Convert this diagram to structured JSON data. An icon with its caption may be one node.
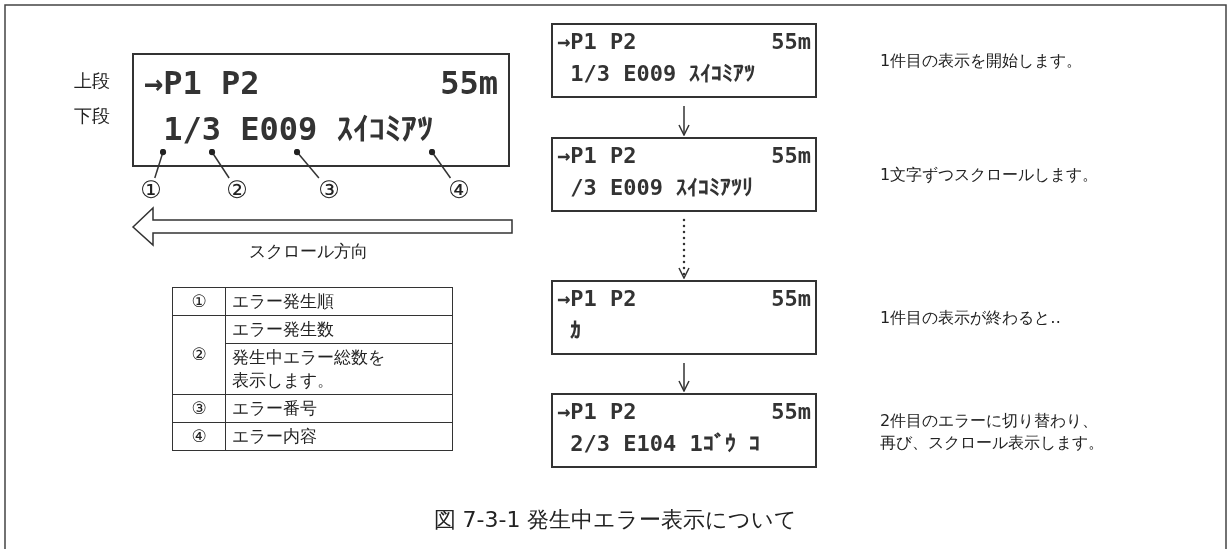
{
  "diagram": {
    "caption": "図 7-3-1 発生中エラー表示について",
    "nodes": [
      {
        "text": [
          "→P1 P2",
          "55m",
          "1/3 E009 ｽｲｺﾐｱﾂ"
        ],
        "beside": [
          "上段",
          "下段"
        ]
      },
      {
        "text": [
          "①"
        ]
      },
      {
        "text": [
          "②"
        ]
      },
      {
        "text": [
          "③"
        ]
      },
      {
        "text": [
          "④"
        ]
      },
      {
        "text": [
          "→P1 P2",
          "55m",
          "1/3 E009 ｽｲｺﾐｱﾂ"
        ],
        "beside": [
          "1件目の表示を開始します。"
        ]
      },
      {
        "text": [
          "→P1 P2",
          "55m",
          "/3 E009 ｽｲｺﾐｱﾂﾘ"
        ],
        "beside": [
          "1文字ずつスクロールします。"
        ]
      },
      {
        "text": [
          "→P1 P2",
          "55m",
          "ｶ"
        ],
        "beside": [
          "1件目の表示が終わると‥"
        ]
      },
      {
        "text": [
          "→P1 P2",
          "55m",
          "2/3 E104 1ｺﾞｳ ｺ"
        ],
        "beside": [
          "2件目のエラーに切り替わり、再び、スクロール表示します。"
        ]
      }
    ],
    "edges": [
      {
        "from": 1,
        "to": 0,
        "arrow": "other"
      },
      {
        "from": 2,
        "to": 0,
        "arrow": "other"
      },
      {
        "from": 3,
        "to": 0,
        "arrow": "other"
      },
      {
        "from": 4,
        "to": 0,
        "arrow": "other"
      },
      {
        "from": 5,
        "to": 6,
        "arrow": "to"
      },
      {
        "from": 6,
        "to": 7,
        "arrow": "to",
        "style": "dashed"
      },
      {
        "from": 7,
        "to": 8,
        "arrow": "to"
      }
    ],
    "labels": [
      "スクロール方向",
      "①",
      "エラー発生順",
      "②",
      "エラー発生数",
      "発生中エラー総数を表示します。",
      "③",
      "エラー番号",
      "④",
      "エラー内容"
    ]
  }
}
